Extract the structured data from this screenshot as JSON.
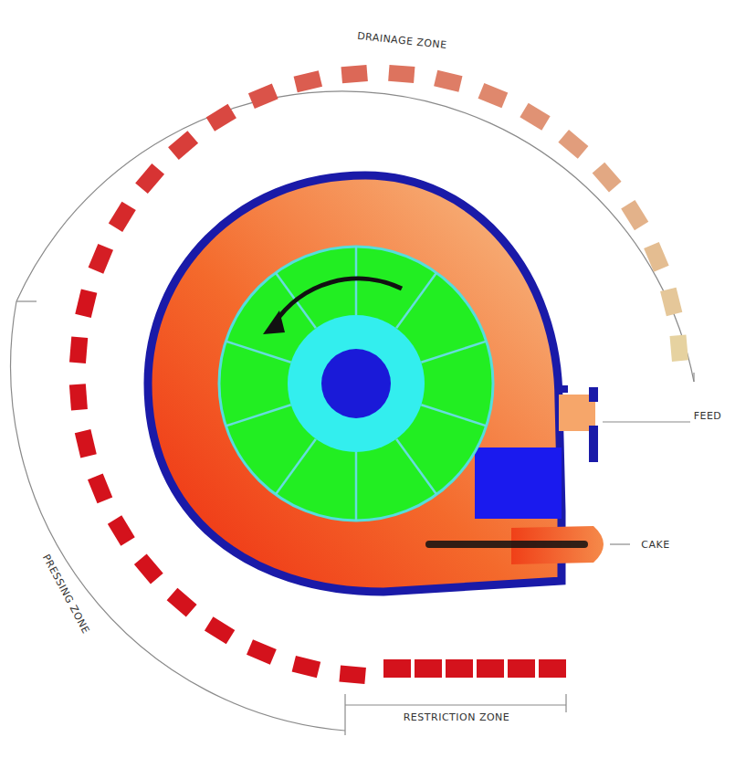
{
  "diagram": {
    "labels": [
      "DRAINAGE ZONE",
      "FEED",
      "CAKE",
      "PRESSING ZONE",
      "RESTRICTION ZONE"
    ]
  }
}
